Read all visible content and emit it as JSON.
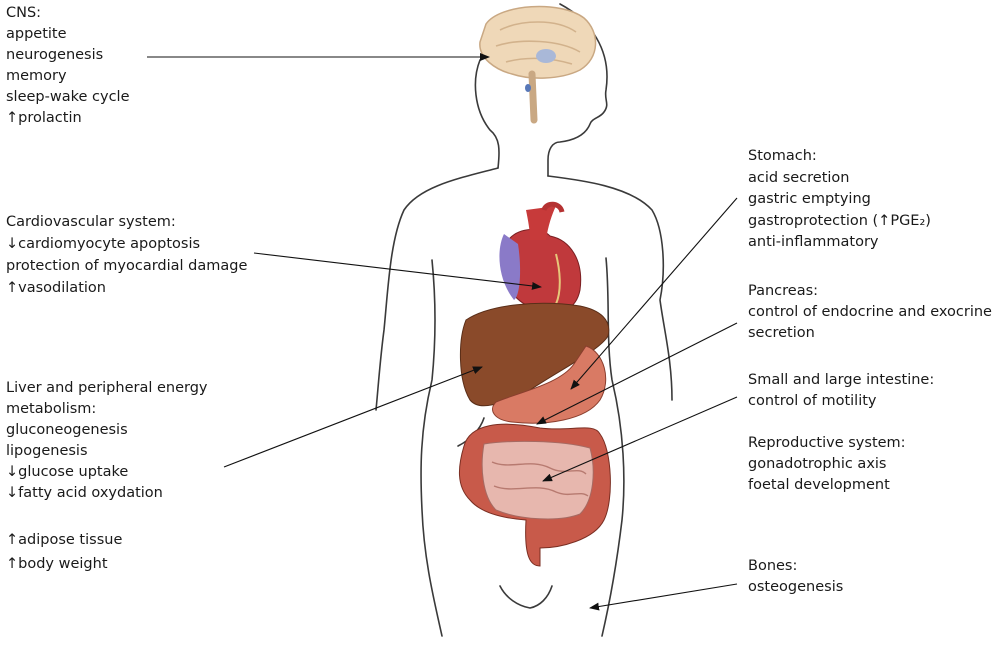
{
  "labels": {
    "cns": [
      "CNS:",
      "appetite",
      "neurogenesis",
      "memory",
      "sleep-wake cycle",
      "↑prolactin"
    ],
    "cardio": [
      "Cardiovascular system:",
      "↓cardiomyocyte apoptosis",
      "protection of myocardial damage",
      "↑vasodilation"
    ],
    "liver": [
      "Liver and peripheral energy",
      "metabolism:",
      "gluconeogenesis",
      "lipogenesis",
      "↓glucose uptake",
      "↓fatty acid oxydation"
    ],
    "adipose": [
      "↑adipose tissue",
      "↑body weight"
    ],
    "stomach": [
      "Stomach:",
      "acid secretion",
      "gastric emptying",
      "gastroprotection (↑PGE₂)",
      "anti-inflammatory"
    ],
    "pancreas": [
      "Pancreas:",
      "control of endocrine and exocrine",
      "secretion"
    ],
    "intestine": [
      "Small and large intestine:",
      "control of motility"
    ],
    "reproductive": [
      "Reproductive system:",
      "gonadotrophic axis",
      "foetal development"
    ],
    "bones": [
      "Bones:",
      "osteogenesis"
    ]
  }
}
